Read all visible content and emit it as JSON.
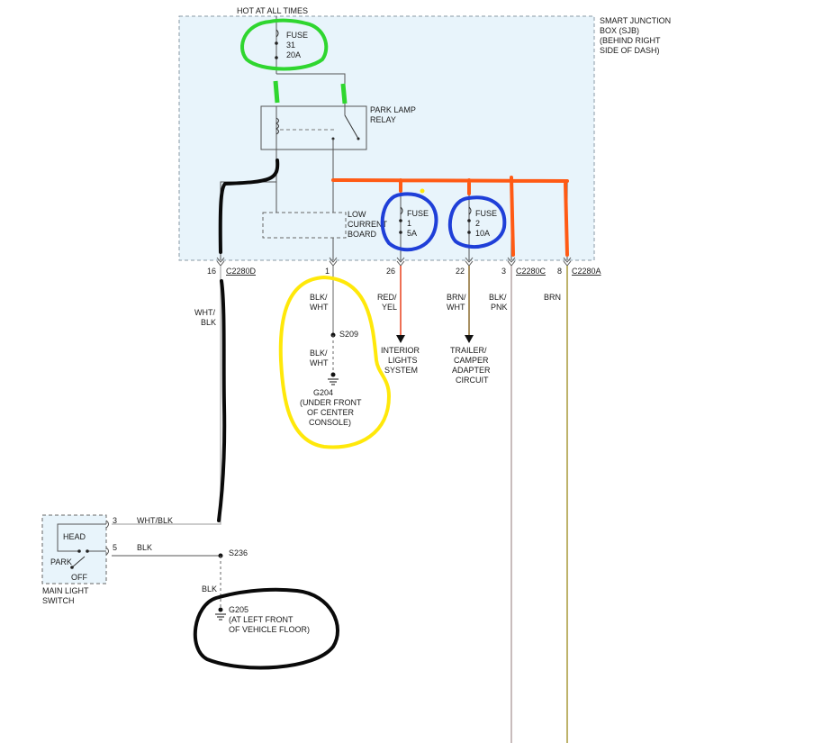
{
  "hot_label": "HOT AT ALL TIMES",
  "sjb": {
    "line1": "SMART JUNCTION",
    "line2": "BOX (SJB)",
    "line3": "(BEHIND RIGHT",
    "line4": "SIDE OF DASH)"
  },
  "fuse31": {
    "name": "FUSE",
    "number": "31",
    "rating": "20A"
  },
  "relay": {
    "line1": "PARK LAMP",
    "line2": "RELAY"
  },
  "lcb": {
    "line1": "LOW",
    "line2": "CURRENT",
    "line3": "BOARD"
  },
  "fuse1": {
    "name": "FUSE",
    "number": "1",
    "rating": "5A"
  },
  "fuse2": {
    "name": "FUSE",
    "number": "2",
    "rating": "10A"
  },
  "pins": {
    "p16": "16",
    "c2280d": "C2280D",
    "p1": "1",
    "p26": "26",
    "p22": "22",
    "p3": "3",
    "c2280c": "C2280C",
    "p8": "8",
    "c2280a": "C2280A"
  },
  "wires": {
    "blkwht_1": "BLK/",
    "blkwht_2": "WHT",
    "redyel_1": "RED/",
    "redyel_2": "YEL",
    "brnwht_1": "BRN/",
    "brnwht_2": "WHT",
    "blkpnk_1": "BLK/",
    "blkpnk_2": "PNK",
    "brn": "BRN",
    "whtblk_1": "WHT/",
    "whtblk_2": "BLK",
    "whtblk_inline": "WHT/BLK",
    "blk_sw": "BLK",
    "blk_s236": "BLK",
    "blkwht2_1": "BLK/",
    "blkwht2_2": "WHT"
  },
  "splices": {
    "s209": "S209",
    "s236": "S236"
  },
  "g204": {
    "line1": "G204",
    "line2": "(UNDER FRONT",
    "line3": "OF CENTER",
    "line4": "CONSOLE)"
  },
  "g205": {
    "line1": "G205",
    "line2": "(AT LEFT FRONT",
    "line3": "OF VEHICLE FLOOR)"
  },
  "interior": {
    "line1": "INTERIOR",
    "line2": "LIGHTS",
    "line3": "SYSTEM"
  },
  "trailer": {
    "line1": "TRAILER/",
    "line2": "CAMPER",
    "line3": "ADAPTER",
    "line4": "CIRCUIT"
  },
  "switch": {
    "head": "HEAD",
    "park": "PARK",
    "off": "OFF",
    "pin3": "3",
    "pin5": "5",
    "label1": "MAIN LIGHT",
    "label2": "SWITCH"
  },
  "colors": {
    "box_fill": "#e8f4fb",
    "box_border": "#8a9aa6",
    "wire_red": "#e8401c",
    "wire_brnwht": "#8b6b2e",
    "wire_blkpnk": "#b5a6a6",
    "wire_brn": "#a89a3a",
    "highlight_green": "#2fd62f",
    "highlight_blue": "#1f3fd8",
    "highlight_yellow": "#ffe80a",
    "highlight_orange": "#ff5a14",
    "highlight_black": "#0a0a0a"
  }
}
